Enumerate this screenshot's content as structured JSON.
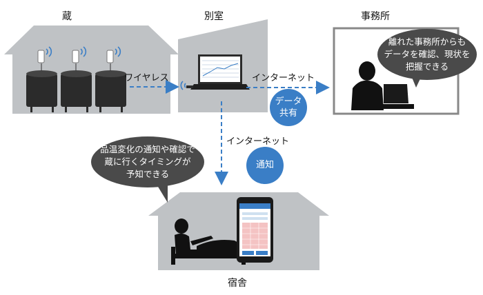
{
  "places": {
    "kura": "蔵",
    "bessitsu": "別室",
    "jimusho": "事務所",
    "shukusha": "宿舎"
  },
  "links": {
    "wireless": "ワイヤレス",
    "internet_right": "インターネット",
    "internet_down": "インターネット"
  },
  "badges": {
    "data_share_line1": "データ",
    "data_share_line2": "共有",
    "notify": "通知"
  },
  "bubbles": {
    "office_line1": "離れた事務所からも",
    "office_line2": "データを確認、現状を",
    "office_line3": "把握できる",
    "dorm_line1": "品温変化の通知や確認で",
    "dorm_line2": "蔵に行くタイミングが",
    "dorm_line3": "予知できる"
  },
  "colors": {
    "building_gray": "#bfc2c5",
    "dark_bubble": "#4a4a4a",
    "accent_blue": "#3a7ec6",
    "tank_dark": "#2b2b2b"
  },
  "icons": [
    "wifi-icon",
    "person-at-desk-icon",
    "person-in-bed-icon",
    "smartphone-icon",
    "laptop-icon"
  ]
}
